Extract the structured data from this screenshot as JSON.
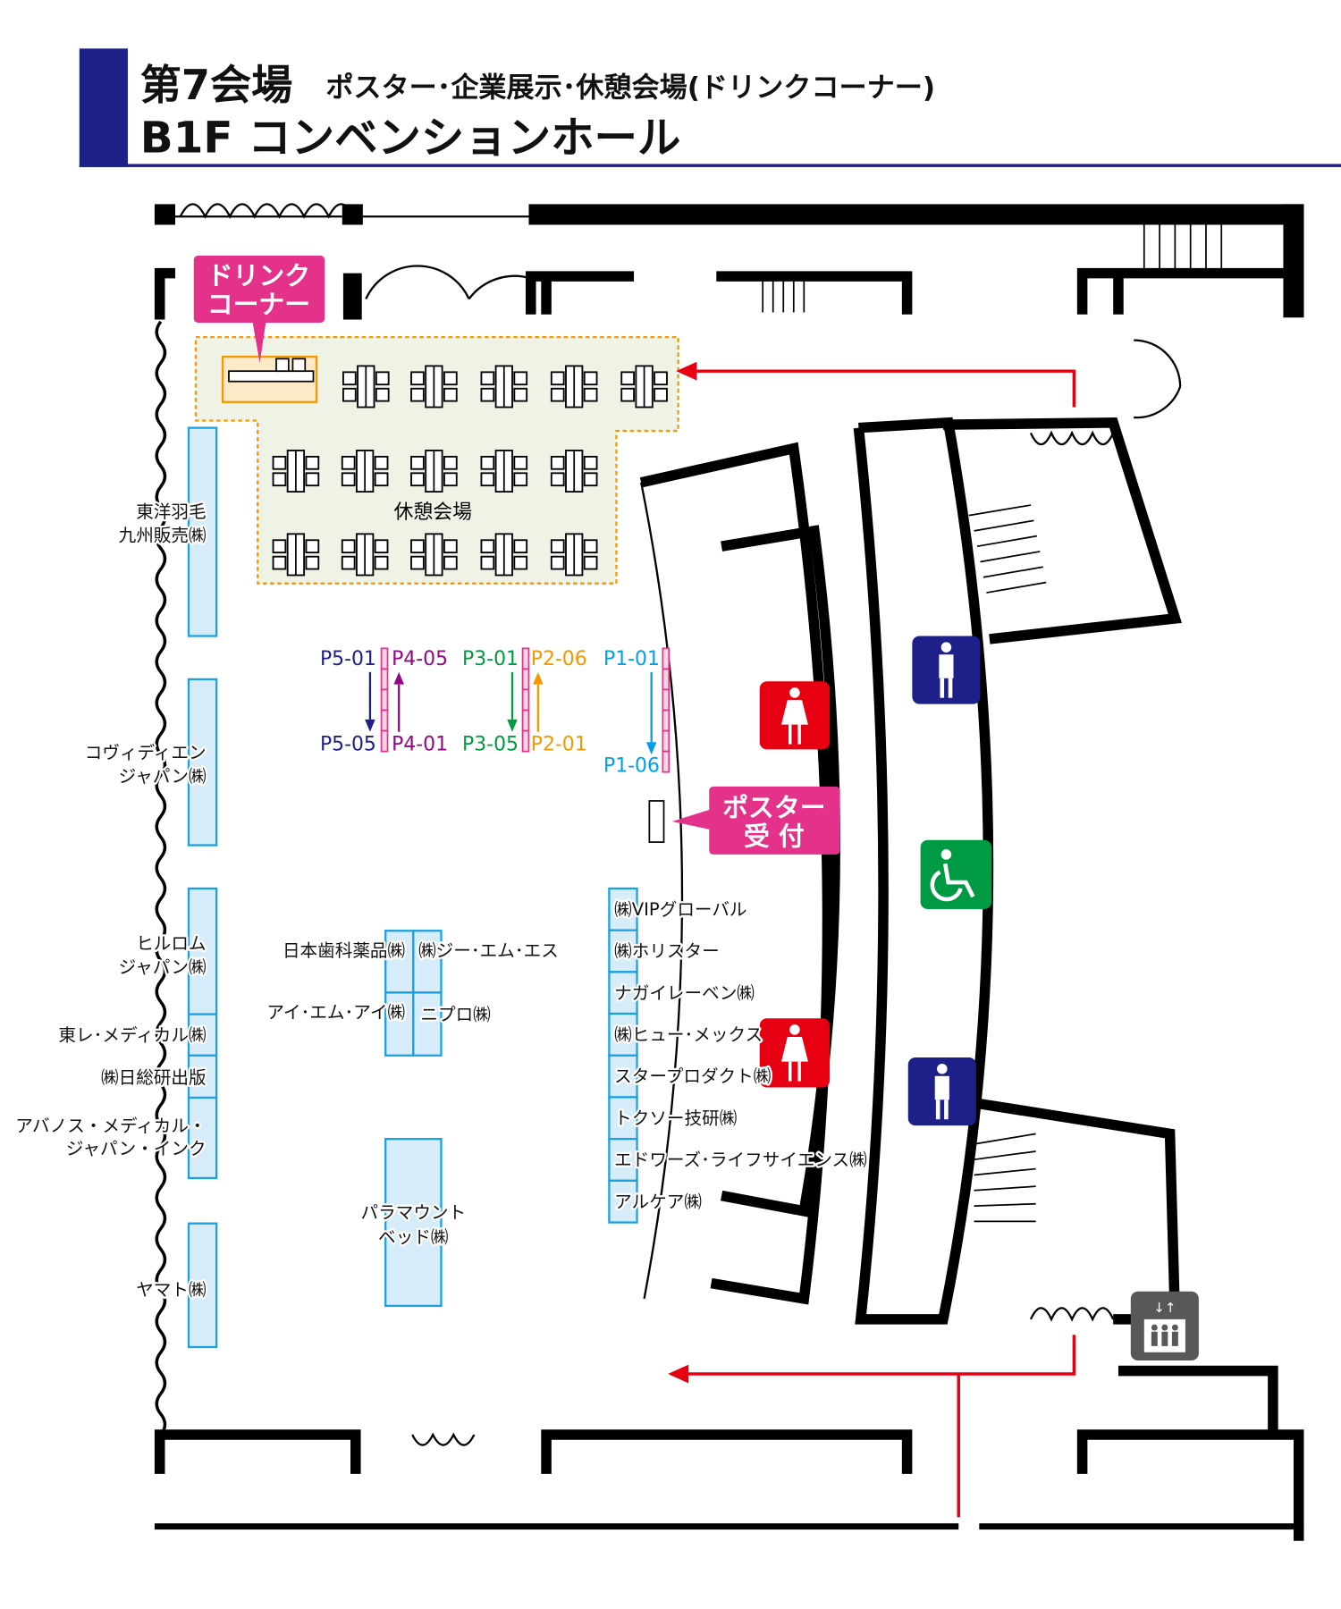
{
  "header": {
    "venue": "第7会場",
    "subtitle": "ポスター･企業展示･休憩会場(ドリンクコーナー)",
    "floor": "B1F コンベンションホール"
  },
  "callouts": {
    "drink_line1": "ドリンク",
    "drink_line2": "コーナー",
    "poster_line1": "ポスター",
    "poster_line2": "受 付"
  },
  "rest_area": {
    "label": "休憩会場"
  },
  "posters": [
    {
      "start": "P5-01",
      "end": "P5-05",
      "color": "#1d2088",
      "direction": "down"
    },
    {
      "start": "P4-05",
      "end": "P4-01",
      "color": "#920783",
      "direction": "up"
    },
    {
      "start": "P3-01",
      "end": "P3-05",
      "color": "#009944",
      "direction": "down"
    },
    {
      "start": "P2-06",
      "end": "P2-01",
      "color": "#f39800",
      "direction": "up"
    },
    {
      "start": "P1-01",
      "end": "P1-06",
      "color": "#00a0e9",
      "direction": "down"
    }
  ],
  "exhibitors_left": [
    {
      "line1": "東洋羽毛",
      "line2": "九州販売㈱"
    },
    {
      "line1": "コヴィディエン",
      "line2": "ジャパン㈱"
    },
    {
      "line1": "ヒルロム",
      "line2": "ジャパン㈱"
    },
    {
      "line1": "東レ･メディカル㈱"
    },
    {
      "line1": "㈱日総研出版"
    },
    {
      "line1": "アバノス・メディカル・",
      "line2": "ジャパン・インク"
    },
    {
      "line1": "ヤマト㈱"
    }
  ],
  "exhibitors_center": [
    {
      "name": "日本歯科薬品㈱"
    },
    {
      "name": "㈱ジー･エム･エス"
    },
    {
      "name": "アイ･エム･アイ㈱"
    },
    {
      "name": "ニプロ㈱"
    },
    {
      "line1": "パラマウント",
      "line2": "ベッド㈱"
    }
  ],
  "exhibitors_right": [
    "㈱VIPグローバル",
    "㈱ホリスター",
    "ナガイレーベン㈱",
    "㈱ヒュー･メックス",
    "スタープロダクト㈱",
    "トクソー技研㈱",
    "エドワーズ･ライフサイエンス㈱",
    "アルケア㈱"
  ],
  "colors": {
    "navy": "#1d2088",
    "callout": "#e4318a",
    "arrow": "#e60012",
    "women": "#e60012",
    "men": "#1d2088",
    "accessible": "#009944",
    "elevator": "#595757",
    "booth": "#d6ecf8",
    "rest": "#eef3e6"
  }
}
